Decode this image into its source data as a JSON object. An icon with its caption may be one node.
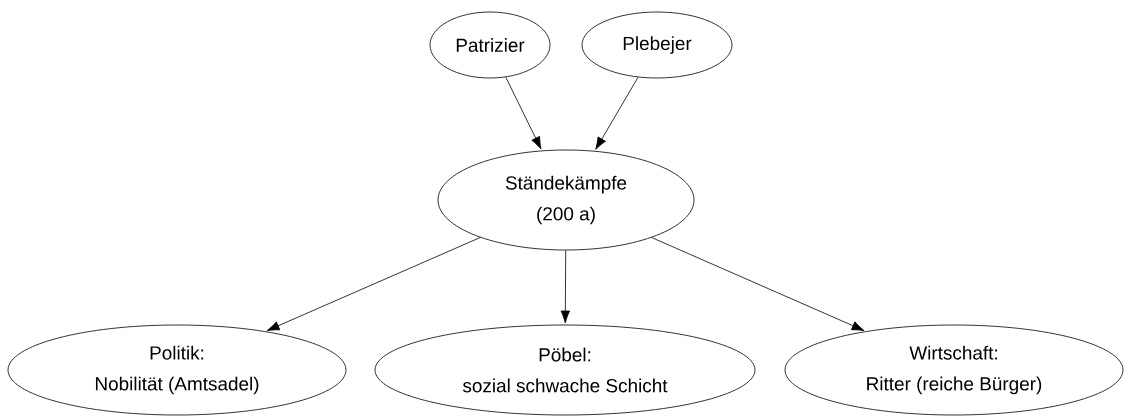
{
  "diagram": {
    "nodes": [
      {
        "text": [
          "Patrizier"
        ]
      },
      {
        "text": [
          "Plebejer"
        ]
      },
      {
        "text": [
          "Ständekämpfe",
          "(200 a)"
        ]
      },
      {
        "text": [
          "Politik:",
          "Nobilität (Amtsadel)"
        ]
      },
      {
        "text": [
          "Pöbel:",
          "sozial schwache Schicht"
        ]
      },
      {
        "text": [
          "Wirtschaft:",
          "Ritter (reiche Bürger)"
        ]
      }
    ],
    "edges": [
      {
        "from": 0,
        "to": 2,
        "arrow": "to"
      },
      {
        "from": 1,
        "to": 2,
        "arrow": "to"
      },
      {
        "from": 2,
        "to": 3,
        "arrow": "to"
      },
      {
        "from": 2,
        "to": 4,
        "arrow": "to"
      },
      {
        "from": 2,
        "to": 5,
        "arrow": "to"
      }
    ]
  }
}
